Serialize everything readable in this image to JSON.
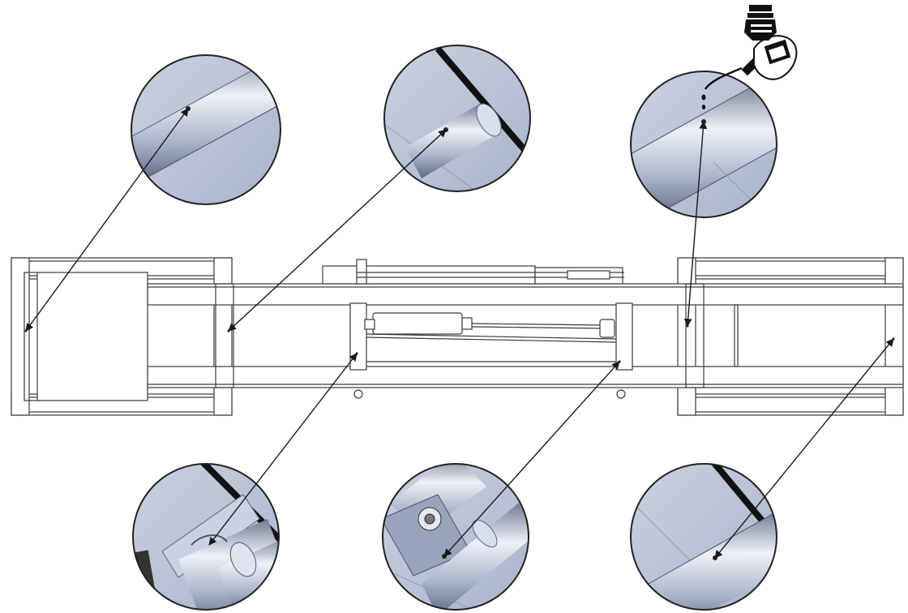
{
  "diagram": {
    "description_visible_text": "",
    "colors": {
      "frame_stroke": "#3a3a3a",
      "frame_fill": "#ffffff",
      "circle_fill": "#b9c3d8",
      "tube_light": "#eef1f7",
      "tube_mid": "#a9b4ca",
      "tube_dark": "#6f7a93",
      "black_bar": "#111111",
      "arrow": "#1a1a1a"
    },
    "icons": [
      "oil-can-icon",
      "hand-icon"
    ],
    "detail_callouts": [
      {
        "name": "detail-top-left",
        "view": "tube-with-lube-hole"
      },
      {
        "name": "detail-top-center",
        "view": "tube-with-lube-hole"
      },
      {
        "name": "detail-top-right",
        "view": "tube-oil-dropping"
      },
      {
        "name": "detail-bottom-left",
        "view": "cylinder-joint"
      },
      {
        "name": "detail-bottom-center",
        "view": "pivot-pin"
      },
      {
        "name": "detail-bottom-right",
        "view": "tube-with-lube-hole"
      }
    ]
  }
}
